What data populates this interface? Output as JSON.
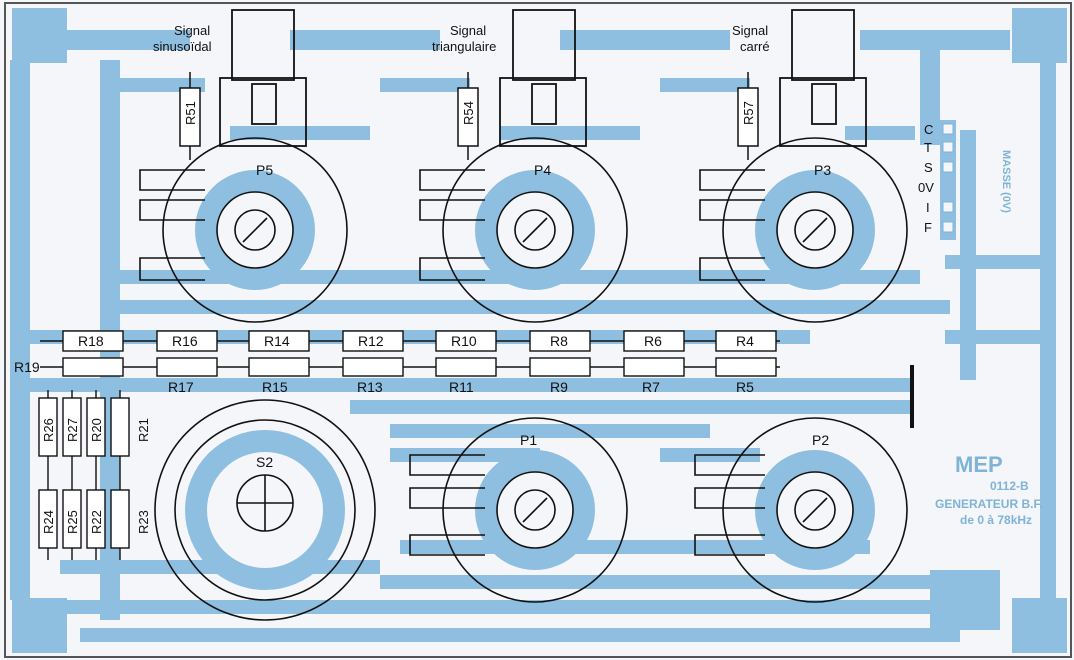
{
  "colors": {
    "background": "#f5f6f8",
    "copper": "#7fb3d8",
    "copper_light": "#a9cde8",
    "outline": "#111111"
  },
  "outputs": [
    {
      "line1": "Signal",
      "line2": "sinusoïdal"
    },
    {
      "line1": "Signal",
      "line2": "triangulaire"
    },
    {
      "line1": "Signal",
      "line2": "carré"
    }
  ],
  "components": {
    "R51": "R51",
    "R54": "R54",
    "R57": "R57",
    "P5": "P5",
    "P4": "P4",
    "P3": "P3",
    "P1": "P1",
    "P2": "P2",
    "S2": "S2",
    "R18": "R18",
    "R16": "R16",
    "R14": "R14",
    "R12": "R12",
    "R10": "R10",
    "R8": "R8",
    "R6": "R6",
    "R4": "R4",
    "R19": "R19",
    "R17": "R17",
    "R15": "R15",
    "R13": "R13",
    "R11": "R11",
    "R9": "R9",
    "R7": "R7",
    "R5": "R5",
    "R26": "R26",
    "R27": "R27",
    "R20": "R20",
    "R21": "R21",
    "R24": "R24",
    "R25": "R25",
    "R22": "R22",
    "R23": "R23"
  },
  "connector": [
    "C",
    "T",
    "S",
    "0V",
    "I",
    "F"
  ],
  "silkscreen": {
    "masse": "MASSE (0V)"
  },
  "logo": {
    "mark": "MEP",
    "ref": "0112-B",
    "title": "GENERATEUR B.F.",
    "range": "de 0 à 78kHz"
  }
}
